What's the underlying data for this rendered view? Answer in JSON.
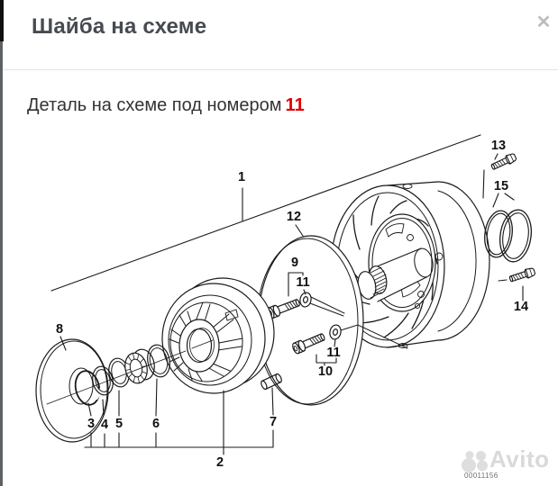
{
  "modal": {
    "title": "Шайба на схеме",
    "close_glyph": "✕",
    "subtitle_prefix": "Деталь на схеме под номером",
    "part_number": "11",
    "colors": {
      "accent_red": "#e00000",
      "title_text": "#474b51",
      "close_icon": "#bcbcbc"
    }
  },
  "diagram": {
    "type": "exploded-parts-diagram",
    "subject": "variator pulley assembly line drawing",
    "callouts": [
      {
        "text": "1"
      },
      {
        "text": "2"
      },
      {
        "text": "3"
      },
      {
        "text": "4"
      },
      {
        "text": "5"
      },
      {
        "text": "6"
      },
      {
        "text": "7"
      },
      {
        "text": "8"
      },
      {
        "text": "9"
      },
      {
        "text": "10"
      },
      {
        "text": "11"
      },
      {
        "text": "11"
      },
      {
        "text": "12"
      },
      {
        "text": "13"
      },
      {
        "text": "14"
      },
      {
        "text": "15"
      }
    ]
  },
  "watermark": {
    "logo_text": "Avito",
    "photo_code": "00011156"
  }
}
